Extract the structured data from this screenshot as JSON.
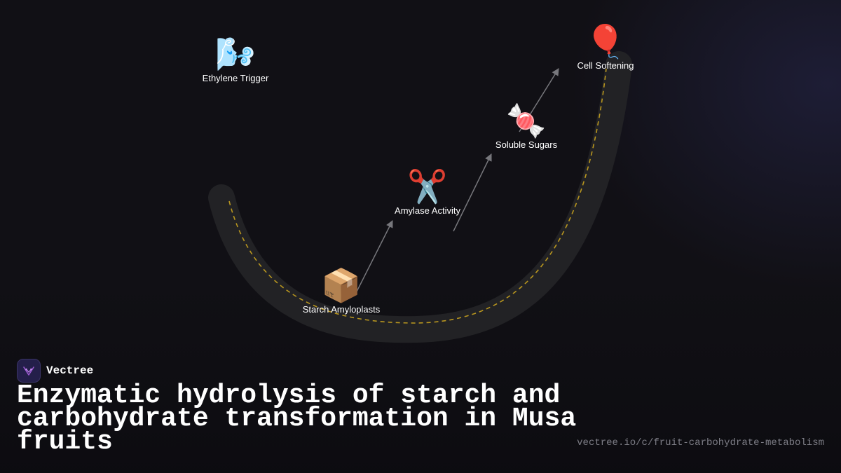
{
  "diagram": {
    "nodes": [
      {
        "id": "ethylene",
        "label": "Ethylene Trigger",
        "icon": "wind-face-icon",
        "glyph": "🌬️"
      },
      {
        "id": "cell",
        "label": "Cell Softening",
        "icon": "balloon-icon",
        "glyph": "🎈"
      },
      {
        "id": "sugars",
        "label": "Soluble Sugars",
        "icon": "candy-icon",
        "glyph": "🍬"
      },
      {
        "id": "amylase",
        "label": "Amylase Activity",
        "icon": "scissors-icon",
        "glyph": "✂️"
      },
      {
        "id": "starch",
        "label": "Starch Amyloplasts",
        "icon": "package-icon",
        "glyph": "📦"
      }
    ],
    "edges": [
      {
        "from": "starch",
        "to": "amylase"
      },
      {
        "from": "amylase",
        "to": "sugars"
      },
      {
        "from": "sugars",
        "to": "cell"
      }
    ],
    "colors": {
      "road": "#222225",
      "dash": "#b8961f",
      "arrow": "#77777c"
    }
  },
  "brand": {
    "name": "Vectree",
    "logo_color": "#9b59d0"
  },
  "title": "Enzymatic hydrolysis of starch and carbohydrate transformation in Musa fruits",
  "url": "vectree.io/c/fruit-carbohydrate-metabolism"
}
